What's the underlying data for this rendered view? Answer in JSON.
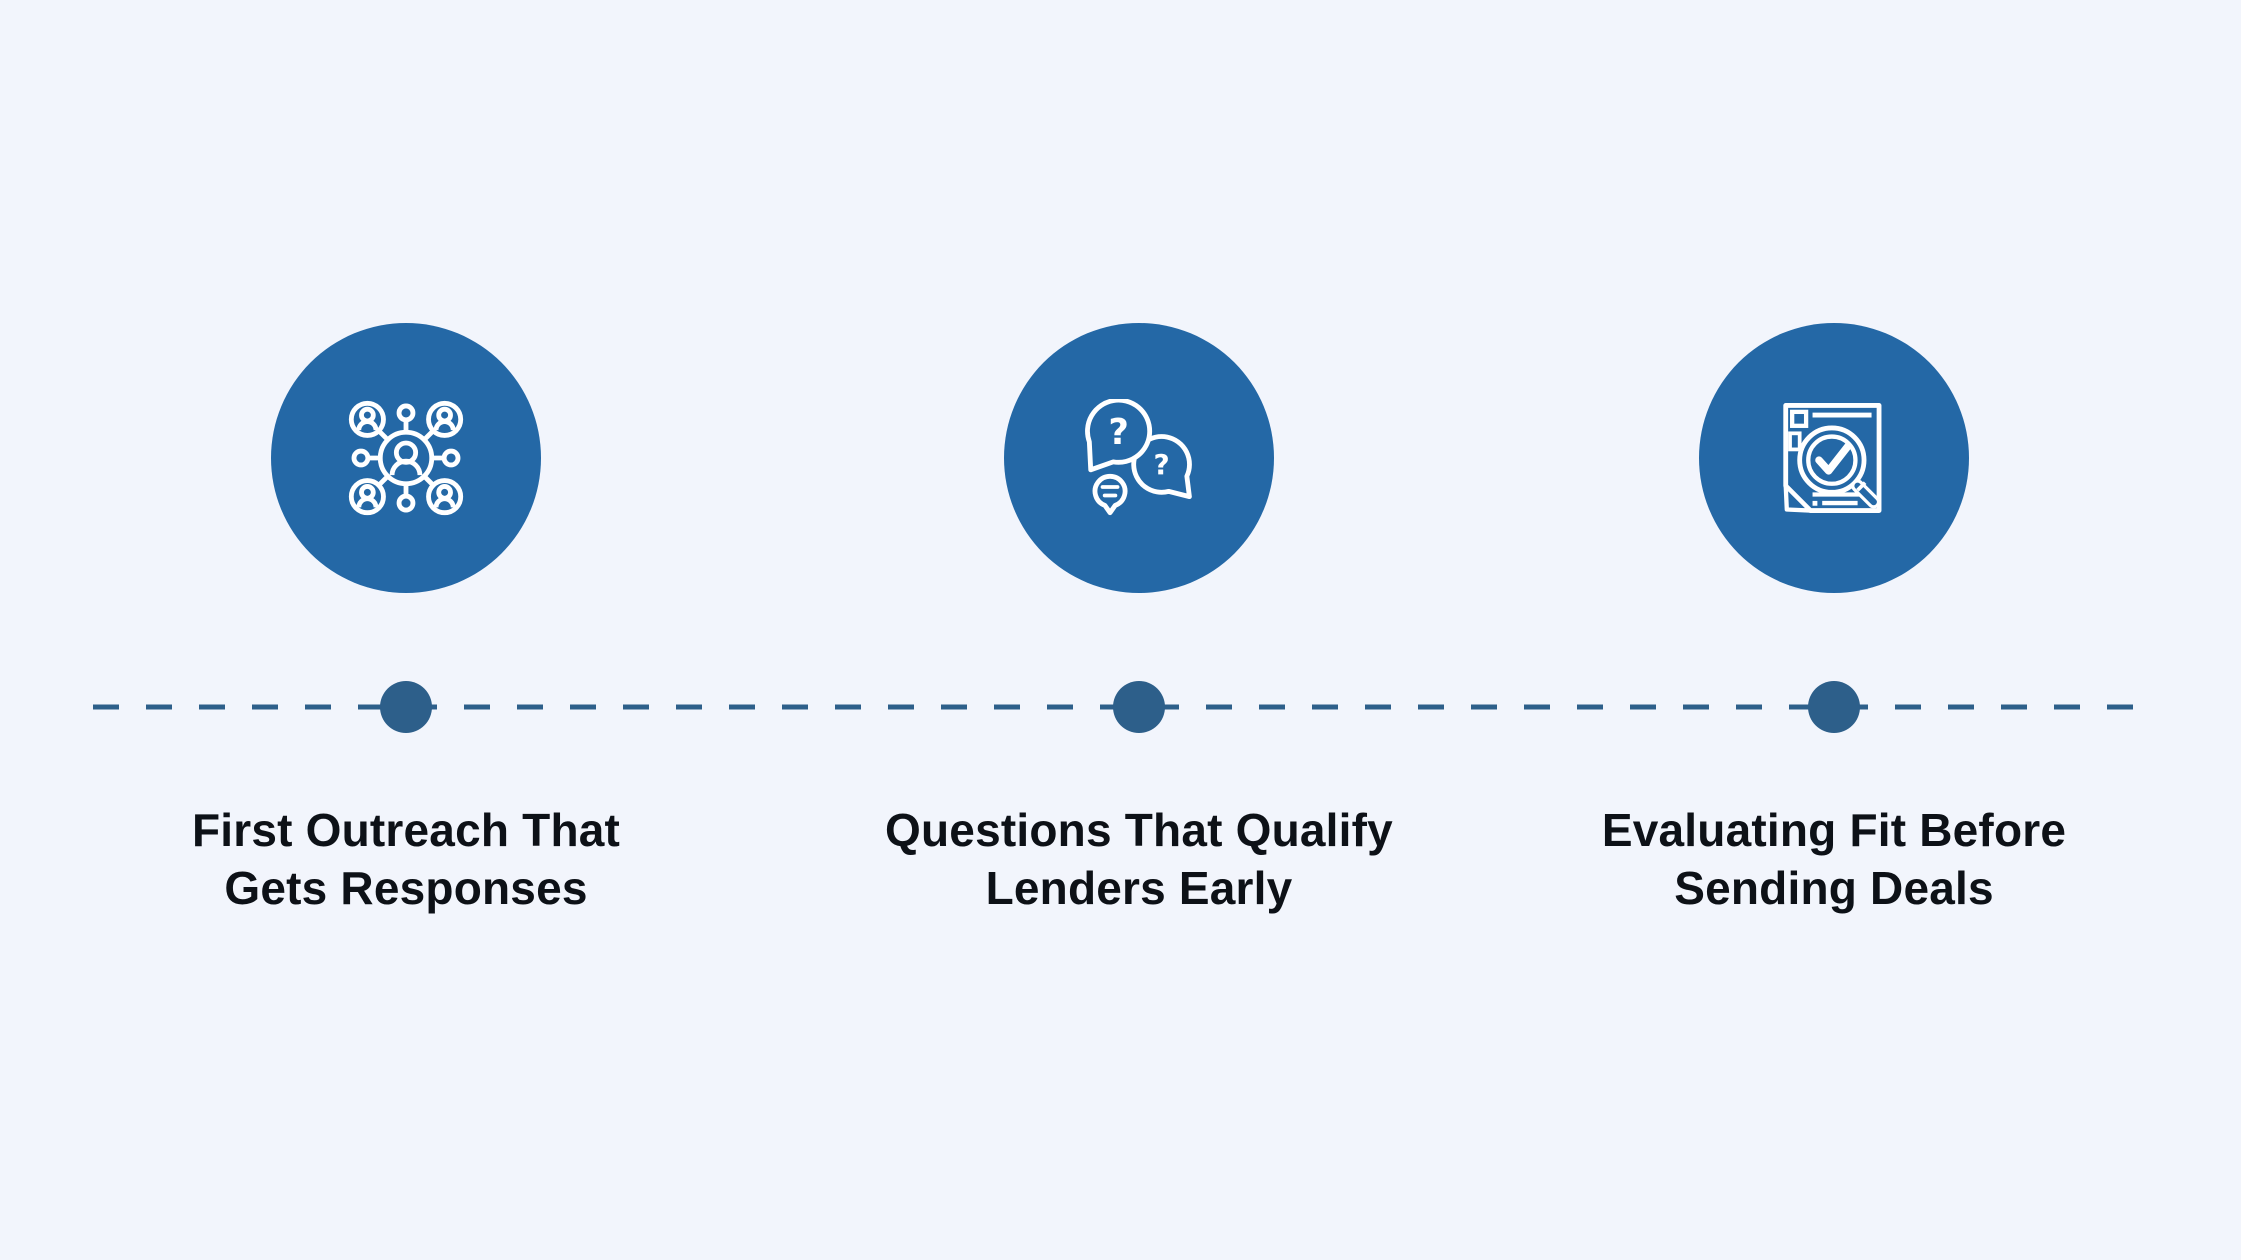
{
  "colors": {
    "background": "#f2f5fc",
    "circle_fill": "#2468a6",
    "timeline_line": "#2d5f8a",
    "timeline_dot": "#2d5f8a",
    "label_text": "#0d1117",
    "icon_stroke": "#ffffff"
  },
  "timeline": {
    "steps": [
      {
        "icon": "network-people-icon",
        "label": "First Outreach That Gets Responses",
        "line1": "First Outreach That",
        "line2": "Gets Responses"
      },
      {
        "icon": "question-bubbles-icon",
        "label": "Questions That Qualify Lenders Early",
        "line1": "Questions That Qualify",
        "line2": "Lenders Early"
      },
      {
        "icon": "document-review-icon",
        "label": "Evaluating Fit Before Sending Deals",
        "line1": "Evaluating Fit Before",
        "line2": "Sending Deals"
      }
    ],
    "question_mark": "?"
  }
}
